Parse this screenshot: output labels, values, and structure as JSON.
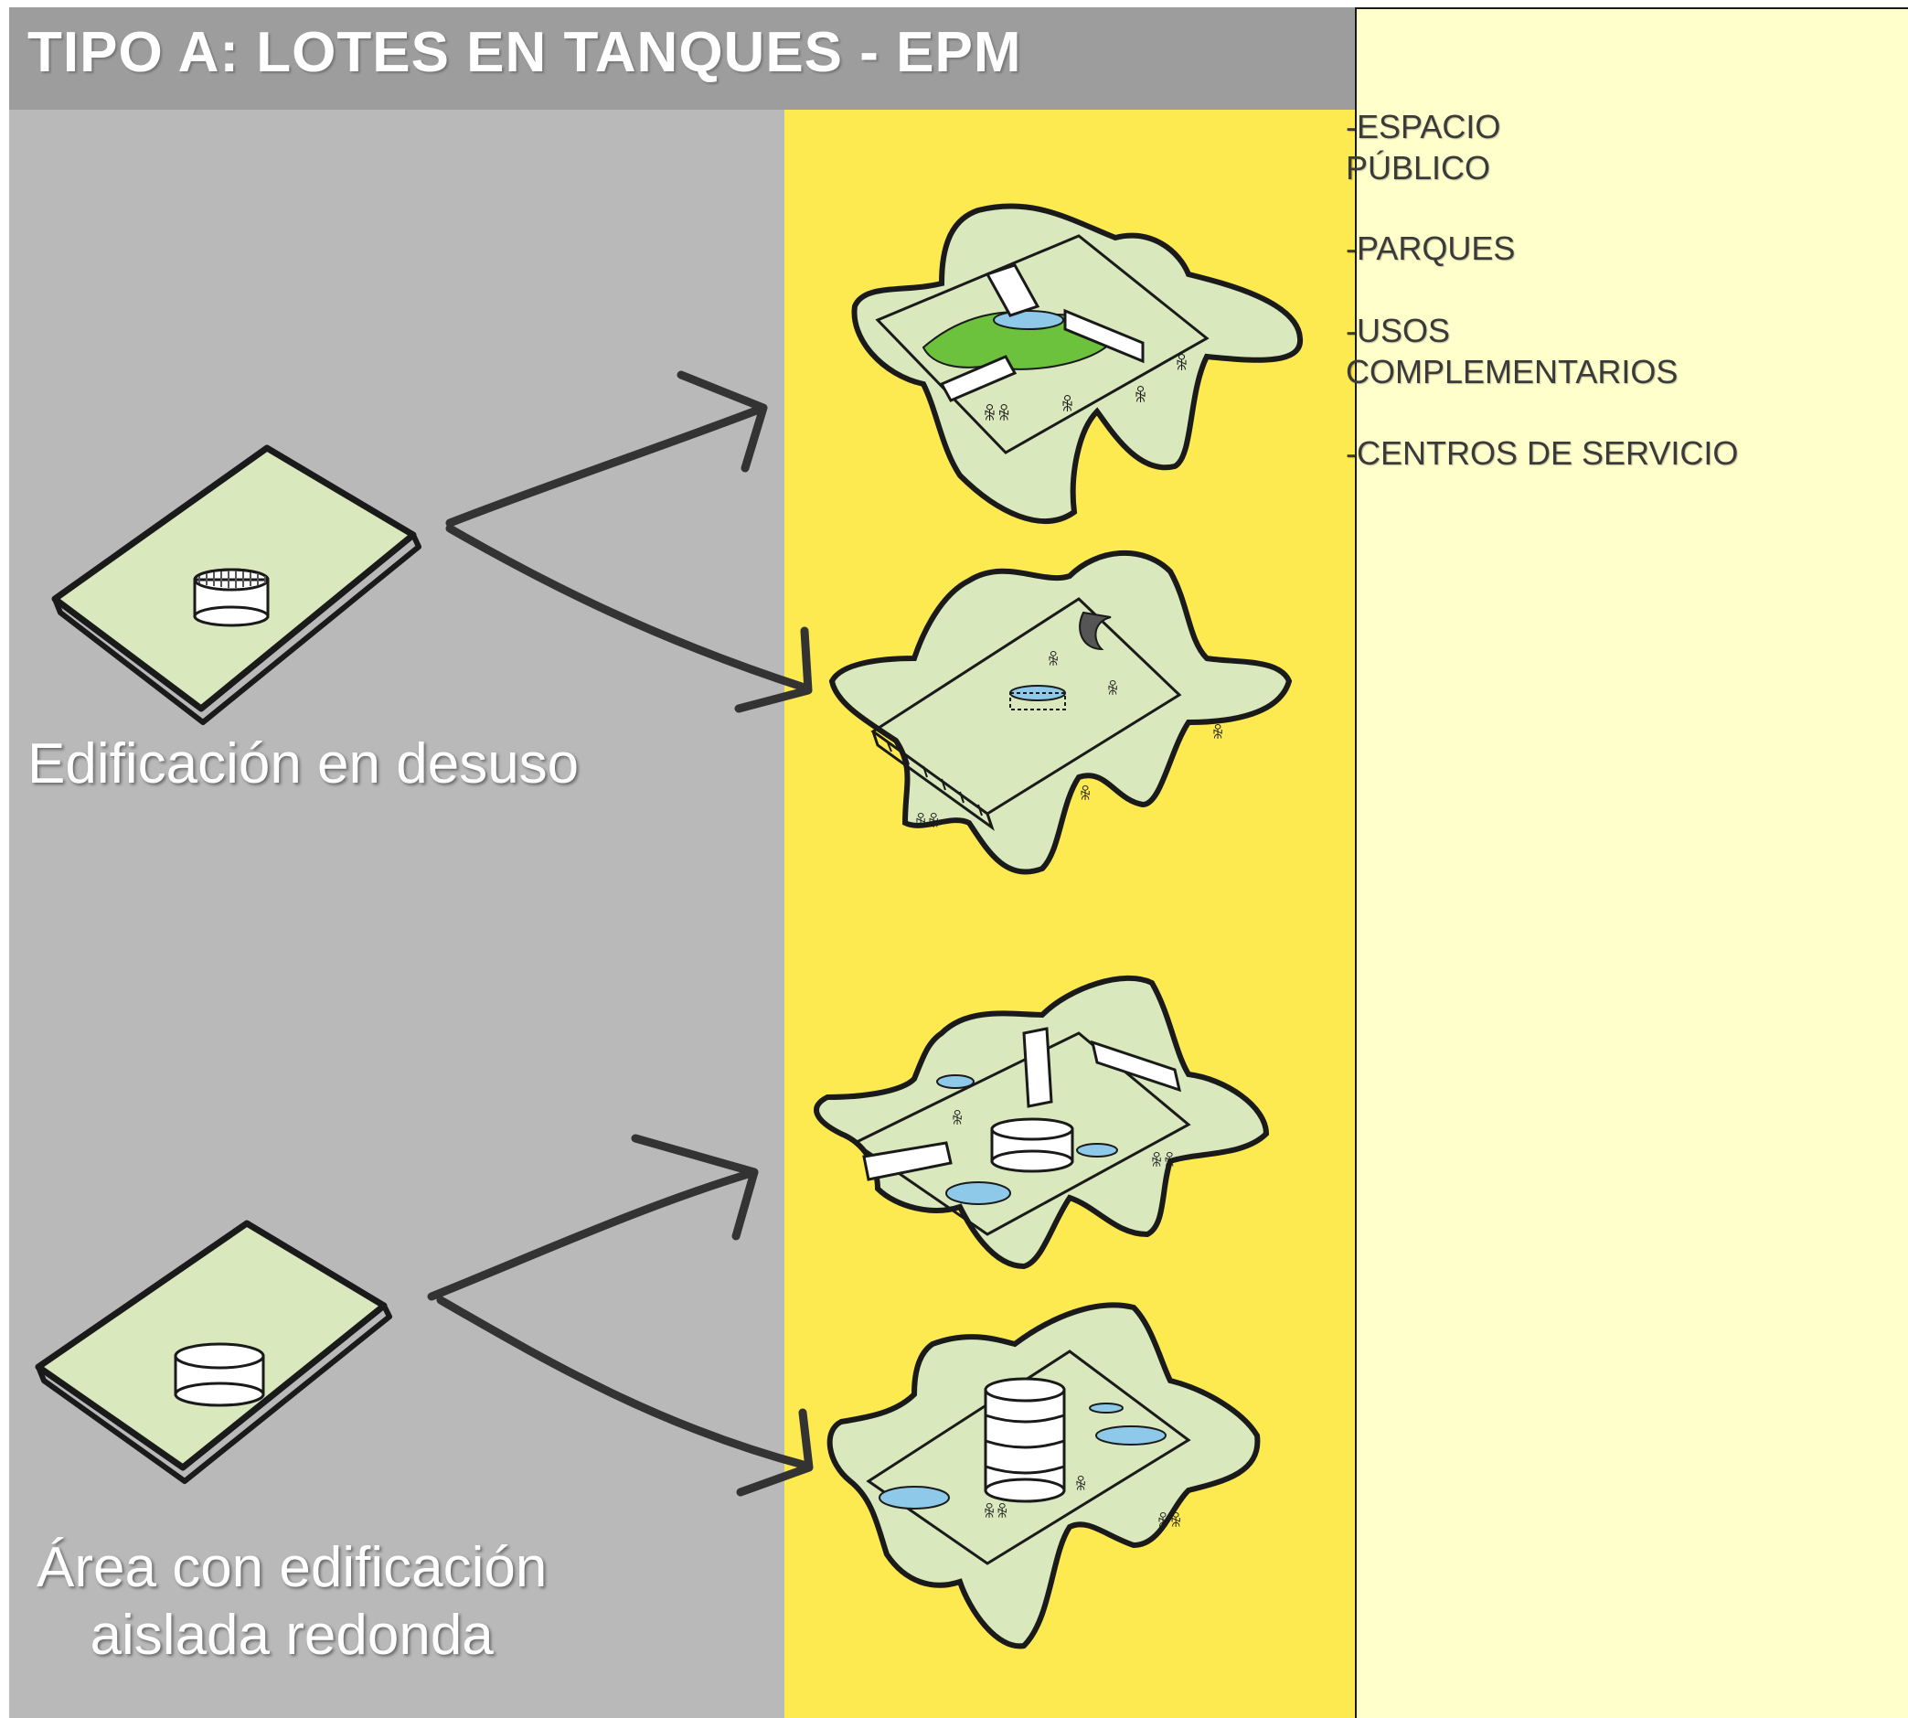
{
  "title": "TIPO A: LOTES EN TANQUES - EPM",
  "captions": {
    "top": "Edificación en desuso",
    "bottom_line1": "Área con edificación",
    "bottom_line2": "aislada redonda"
  },
  "list": [
    {
      "line1": "-ESPACIO",
      "line2": "PÚBLICO"
    },
    {
      "line1": "-PARQUES",
      "line2": ""
    },
    {
      "line1": "-USOS",
      "line2": "COMPLEMENTARIOS"
    },
    {
      "line1": "-CENTROS DE SERVICIO",
      "line2": ""
    }
  ],
  "colors": {
    "title_bar": "#9d9d9d",
    "gray_panel": "#b9b9b9",
    "yellow_panel": "#fde950",
    "cream_panel": "#ffffcc",
    "lot_green": "#d9e8bd",
    "park_green": "#6cc23c",
    "water_blue": "#8ec9ea",
    "ink": "#1a1a1a"
  }
}
